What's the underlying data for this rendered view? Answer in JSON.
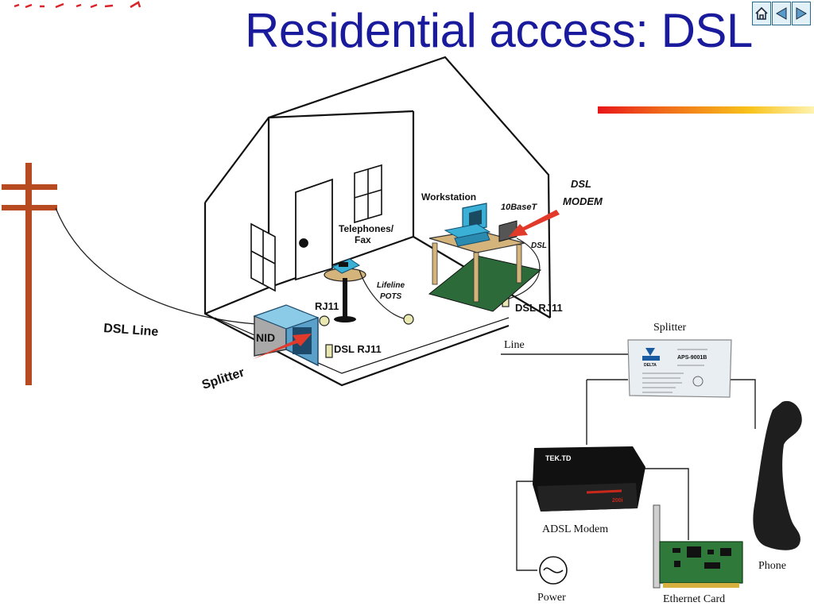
{
  "title": "Residential access: DSL",
  "nav": {
    "home": "home-icon",
    "prev": "prev-arrow-icon",
    "next": "next-arrow-icon"
  },
  "colors": {
    "title": "#1a1a9c",
    "accent_start": "#e8161a",
    "accent_end": "#fff3b0",
    "pole": "#b84a22",
    "nid": "#5aa0c8"
  },
  "house_labels": {
    "dsl_line": "DSL Line",
    "nid": "NID",
    "splitter": "Splitter",
    "rj11": "RJ11",
    "dsl_rj11_left": "DSL RJ11",
    "dsl_rj11_right": "DSL RJ11",
    "telephones_1": "Telephones/",
    "telephones_2": "Fax",
    "lifeline_1": "Lifeline",
    "lifeline_2": "POTS",
    "workstation": "Workstation",
    "tenbaset": "10BaseT",
    "dsl_modem_1": "DSL",
    "dsl_modem_2": "MODEM",
    "dsl": "DSL"
  },
  "wiring_labels": {
    "line": "Line",
    "splitter": "Splitter",
    "adsl_modem": "ADSL Modem",
    "power": "Power",
    "ethernet_card": "Ethernet Card",
    "phone": "Phone",
    "modem_brand": "TEK.TD",
    "modem_model": "200i",
    "splitter_model": "APS-9001B",
    "splitter_brand": "DELTA"
  }
}
